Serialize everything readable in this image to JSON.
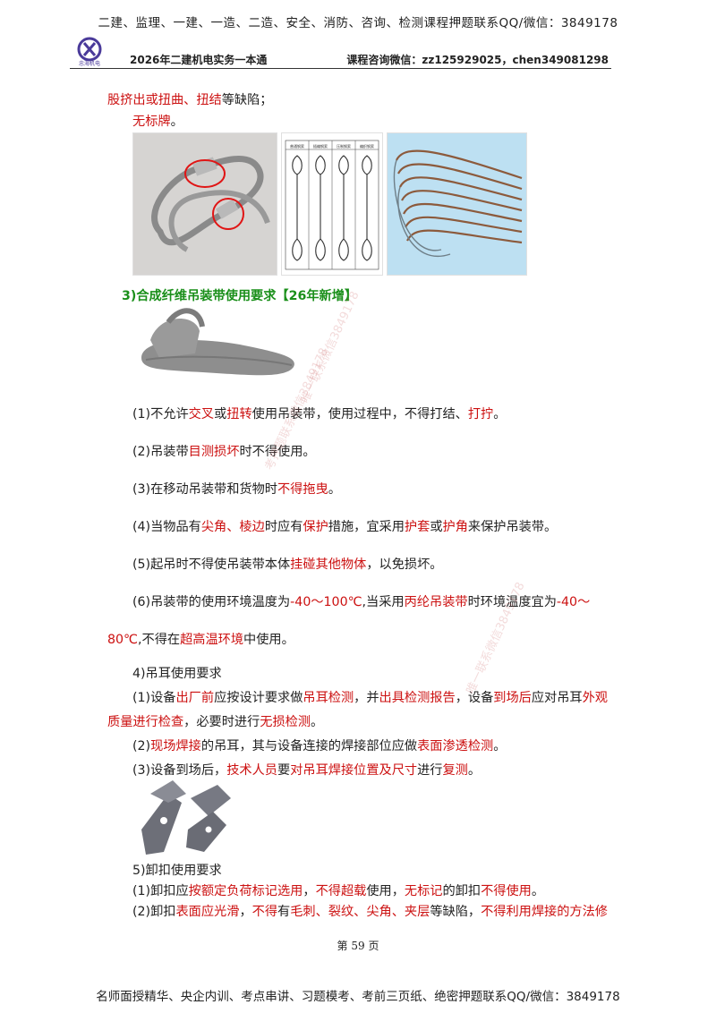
{
  "header": {
    "banner": "二建、监理、一建、一造、二造、安全、消防、咨询、检测课程押题联系QQ/微信：3849178",
    "logo_text": "忠海机电",
    "title": "2026年二建机电实务一本通",
    "contact": "课程咨询微信：zz125929025，chen349081298"
  },
  "content": {
    "l1": [
      [
        "股挤出或扭曲、扭结",
        "r"
      ],
      [
        "等缺陷；",
        ""
      ]
    ],
    "l2": [
      [
        "无标牌",
        "r"
      ],
      [
        "。",
        ""
      ]
    ],
    "sec3": "3)合成纤维吊装带使用要求【26年新增】",
    "p1": [
      [
        "(1)不允许",
        ""
      ],
      [
        "交叉",
        "r"
      ],
      [
        "或",
        ""
      ],
      [
        "扭转",
        "r"
      ],
      [
        "使用吊装带，使用过程中，不得打结、",
        ""
      ],
      [
        "打拧",
        "r"
      ],
      [
        "。",
        ""
      ]
    ],
    "p2": [
      [
        "(2)吊装带",
        ""
      ],
      [
        "目测损坏",
        "r"
      ],
      [
        "时不得使用。",
        ""
      ]
    ],
    "p3": [
      [
        "(3)在移动吊装带和货物时",
        ""
      ],
      [
        "不得拖曳",
        "r"
      ],
      [
        "。",
        ""
      ]
    ],
    "p4": [
      [
        "(4)当物品有",
        ""
      ],
      [
        "尖角、棱边",
        "r"
      ],
      [
        "时应有",
        ""
      ],
      [
        "保护",
        "r"
      ],
      [
        "措施，宜采用",
        ""
      ],
      [
        "护套",
        "r"
      ],
      [
        "或",
        ""
      ],
      [
        "护角",
        "r"
      ],
      [
        "来保护吊装带。",
        ""
      ]
    ],
    "p5": [
      [
        "(5)起吊时不得使吊装带本体",
        ""
      ],
      [
        "挂碰其他物体",
        "r"
      ],
      [
        "，以免损坏。",
        ""
      ]
    ],
    "p6a": [
      [
        "(6)吊装带的使用环境温度为",
        ""
      ],
      [
        "-40～100℃",
        "r"
      ],
      [
        ",当采用",
        ""
      ],
      [
        "丙纶吊装带",
        "r"
      ],
      [
        "时环境温度宜为",
        ""
      ],
      [
        "-40～",
        "r"
      ]
    ],
    "p6b": [
      [
        "80℃",
        "r"
      ],
      [
        ",不得在",
        ""
      ],
      [
        "超高温环境",
        "r"
      ],
      [
        "中使用。",
        ""
      ]
    ],
    "sec4": "4)吊耳使用要求",
    "q1a": [
      [
        "(1)设备",
        ""
      ],
      [
        "出厂前",
        "r"
      ],
      [
        "应按设计要求做",
        ""
      ],
      [
        "吊耳检测",
        "r"
      ],
      [
        "，并",
        ""
      ],
      [
        "出具检测报告",
        "r"
      ],
      [
        "，设备",
        ""
      ],
      [
        "到场后",
        "r"
      ],
      [
        "应对吊耳",
        ""
      ],
      [
        "外观",
        "r"
      ]
    ],
    "q1b": [
      [
        "质量进行检查",
        "r"
      ],
      [
        "，必要时进行",
        ""
      ],
      [
        "无损检测",
        "r"
      ],
      [
        "。",
        ""
      ]
    ],
    "q2": [
      [
        "(2)",
        ""
      ],
      [
        "现场焊接",
        "r"
      ],
      [
        "的吊耳，其与设备连接的焊接部位应做",
        ""
      ],
      [
        "表面渗透检测",
        "r"
      ],
      [
        "。",
        ""
      ]
    ],
    "q3": [
      [
        "(3)设备到场后，",
        ""
      ],
      [
        "技术人员",
        "r"
      ],
      [
        "要",
        ""
      ],
      [
        "对吊耳焊接位置及尺寸",
        "r"
      ],
      [
        "进行",
        ""
      ],
      [
        "复测",
        "r"
      ],
      [
        "。",
        ""
      ]
    ],
    "sec5": "5)卸扣使用要求",
    "s1": [
      [
        "(1)卸扣应",
        ""
      ],
      [
        "按额定负荷标记选用",
        "r"
      ],
      [
        "，",
        ""
      ],
      [
        "不得超载",
        "r"
      ],
      [
        "使用，",
        ""
      ],
      [
        "无标记",
        "r"
      ],
      [
        "的卸扣",
        ""
      ],
      [
        "不得使用",
        "r"
      ],
      [
        "。",
        ""
      ]
    ],
    "s2": [
      [
        "(2)卸扣",
        ""
      ],
      [
        "表面应光滑",
        "r"
      ],
      [
        "，",
        ""
      ],
      [
        "不得",
        "r"
      ],
      [
        "有",
        ""
      ],
      [
        "毛刺、裂纹、尖角、夹层",
        "r"
      ],
      [
        "等缺陷，",
        ""
      ],
      [
        "不得利用焊接的方法修",
        "r"
      ]
    ]
  },
  "figure": {
    "table_headers": [
      "普通钢索",
      "插编钢索",
      "压制钢索",
      "编织钢索"
    ]
  },
  "watermarks": [
    "唯一联系微信3849178",
    "考押题联系微信3849178",
    "唯一联系微信3849178"
  ],
  "page_number": "第 59 页",
  "footer": "名师面授精华、央企内训、考点串讲、习题模考、考前三页纸、绝密押题联系QQ/微信：3849178",
  "colors": {
    "red": "#cc1111",
    "green": "#1a8f1a"
  }
}
